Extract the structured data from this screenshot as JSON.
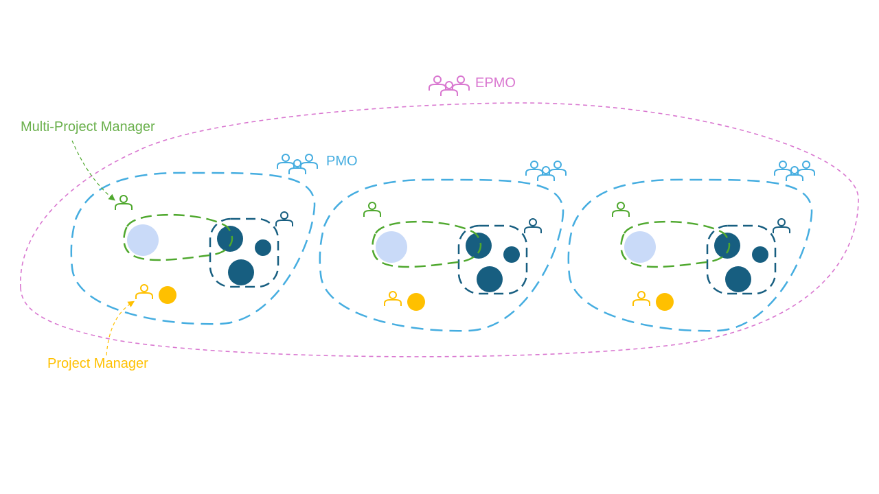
{
  "labels": {
    "epmo": "EPMO",
    "pmo": "PMO",
    "multi_project_manager": "Multi-Project Manager",
    "project_manager": "Project Manager"
  },
  "colors": {
    "epmo": "#d977d0",
    "pmo": "#45ade0",
    "multi_project_manager": "#4fa82e",
    "mpm_label": "#6ab04c",
    "project_manager": "#ffc000",
    "team": "#175e80",
    "project": "#c9daf8"
  },
  "clusters": [
    {
      "name": "pmo-1",
      "show_label": true
    },
    {
      "name": "pmo-2",
      "show_label": false
    },
    {
      "name": "pmo-3",
      "show_label": false
    }
  ]
}
